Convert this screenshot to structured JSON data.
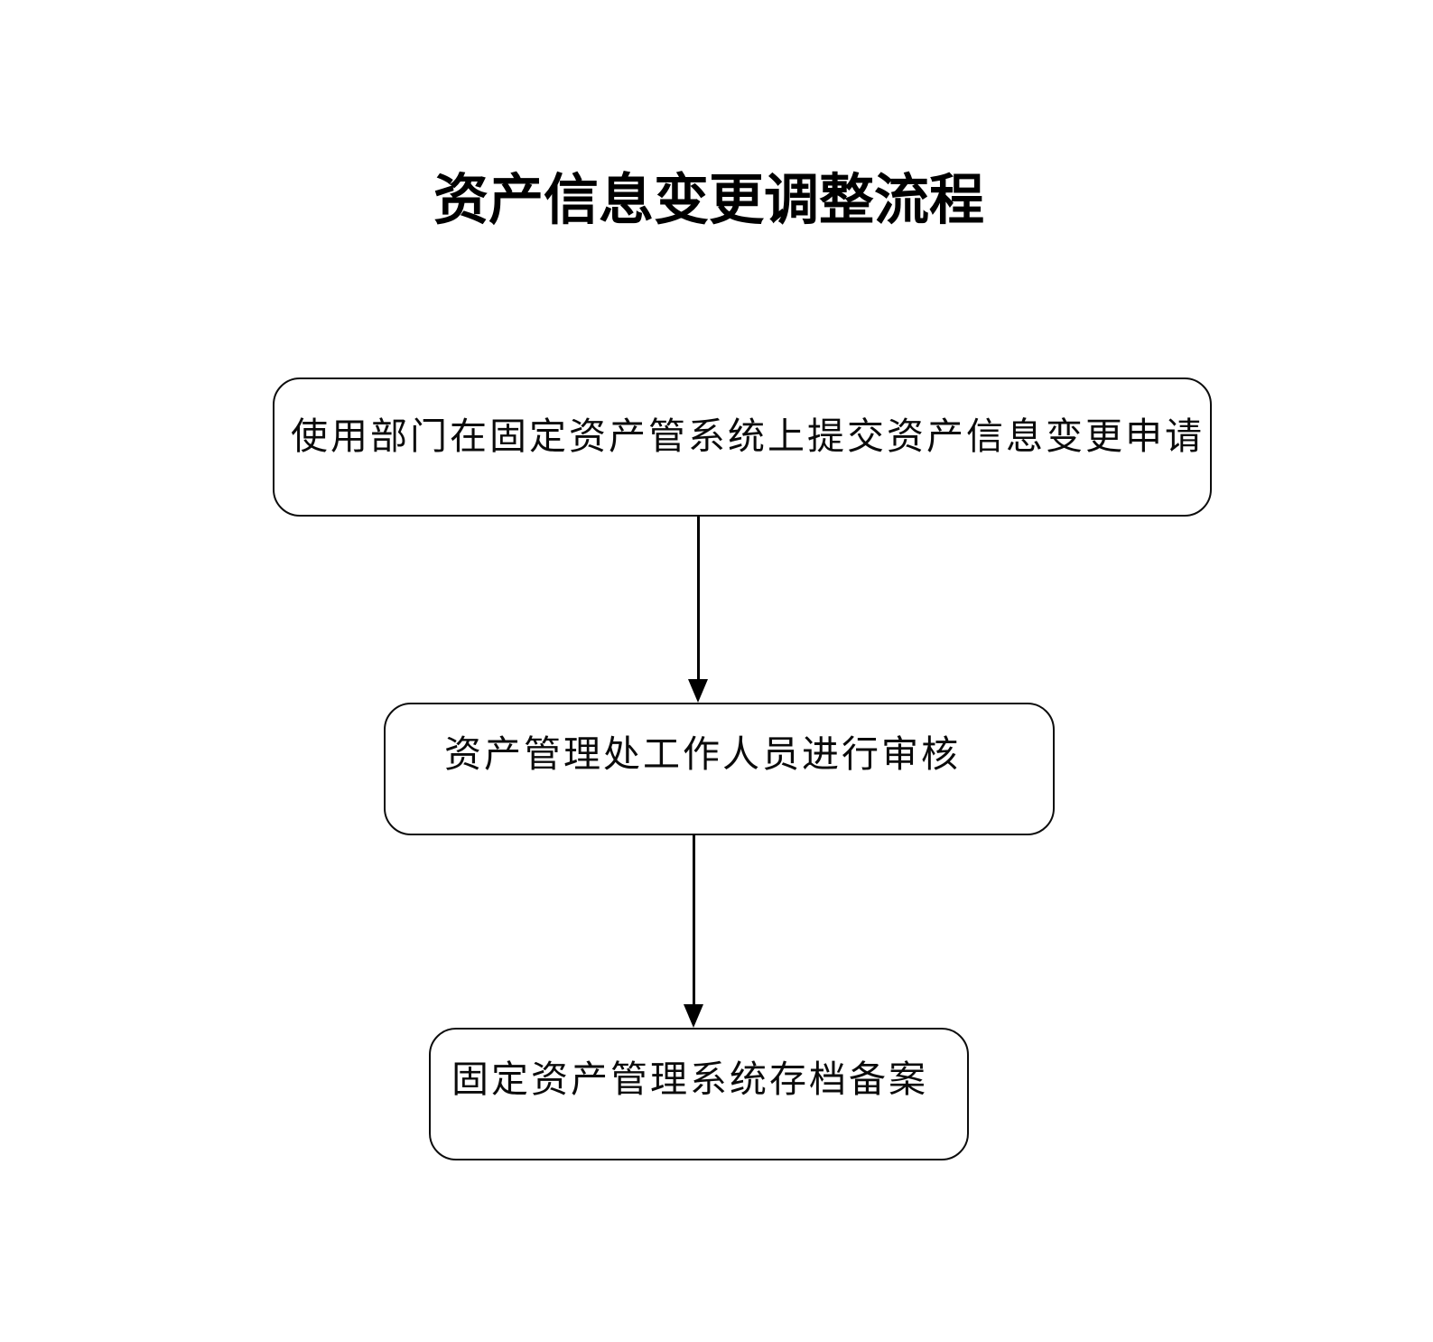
{
  "document": {
    "title": "资产信息变更调整流程",
    "background_color": "#ffffff",
    "text_color": "#000000"
  },
  "flowchart": {
    "type": "vertical-flow",
    "orientation": "top-to-bottom",
    "node_shape": "rounded-rectangle",
    "border_color": "#0d0d0d",
    "fill_color": "#ffffff",
    "connector_color": "#000000",
    "nodes": [
      {
        "id": "node-1",
        "step": 1,
        "label": "使用部门在固定资产管系统上提交资产信息变更申请"
      },
      {
        "id": "node-2",
        "step": 2,
        "label": "资产管理处工作人员进行审核"
      },
      {
        "id": "node-3",
        "step": 3,
        "label": "固定资产管理系统存档备案"
      }
    ],
    "connectors": [
      {
        "id": "arrow-1",
        "from": "node-1",
        "to": "node-2",
        "style": "solid-arrow-down"
      },
      {
        "id": "arrow-2",
        "from": "node-2",
        "to": "node-3",
        "style": "solid-arrow-down"
      }
    ]
  }
}
